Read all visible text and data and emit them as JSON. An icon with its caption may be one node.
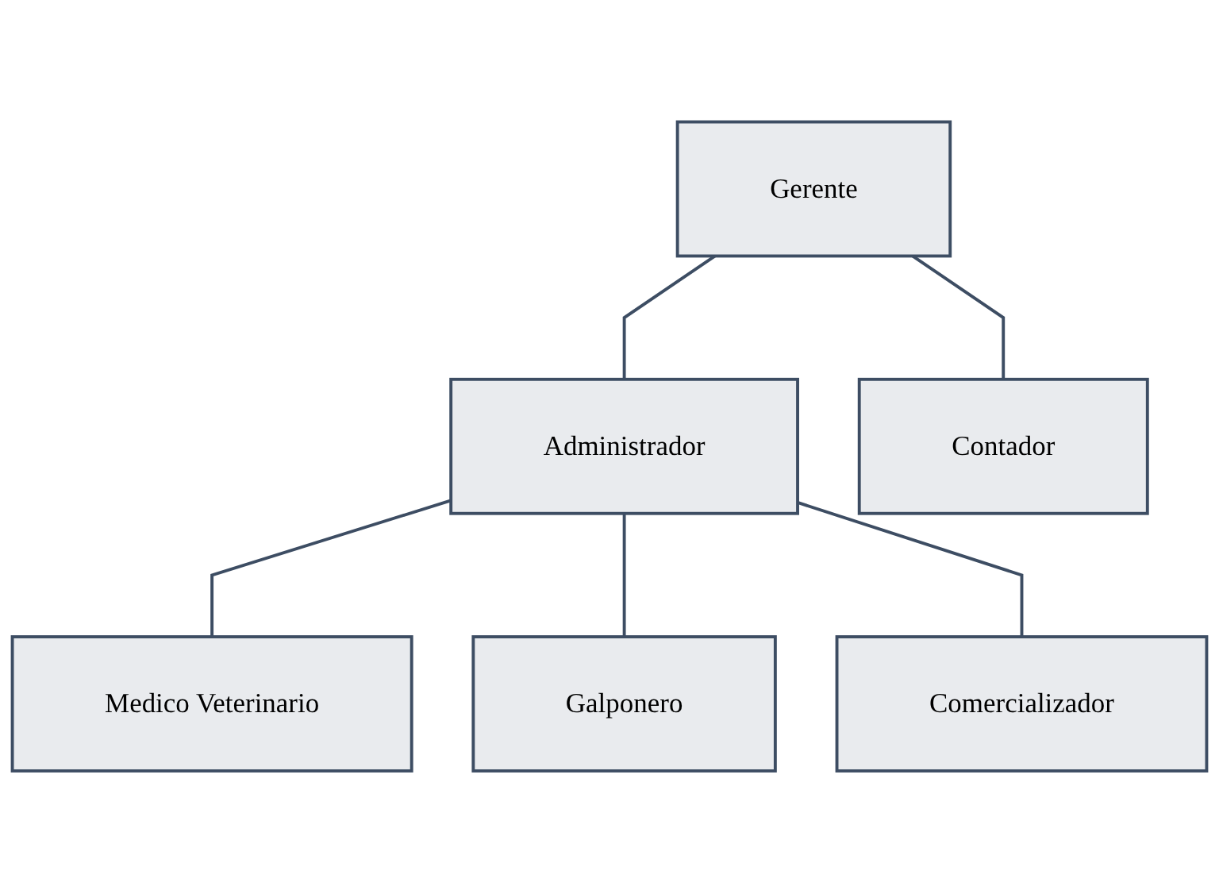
{
  "diagram": {
    "nodes": [
      {
        "text": [
          "Gerente"
        ]
      },
      {
        "text": [
          "Administrador"
        ]
      },
      {
        "text": [
          "Contador"
        ]
      },
      {
        "text": [
          "Medico Veterinario"
        ]
      },
      {
        "text": [
          "Galponero"
        ]
      },
      {
        "text": [
          "Comercializador"
        ]
      }
    ],
    "edges": [
      {
        "from": 0,
        "to": 1,
        "arrow": "none"
      },
      {
        "from": 0,
        "to": 2,
        "arrow": "none"
      },
      {
        "from": 1,
        "to": 3,
        "arrow": "none"
      },
      {
        "from": 1,
        "to": 4,
        "arrow": "none"
      },
      {
        "from": 1,
        "to": 5,
        "arrow": "none"
      }
    ]
  }
}
